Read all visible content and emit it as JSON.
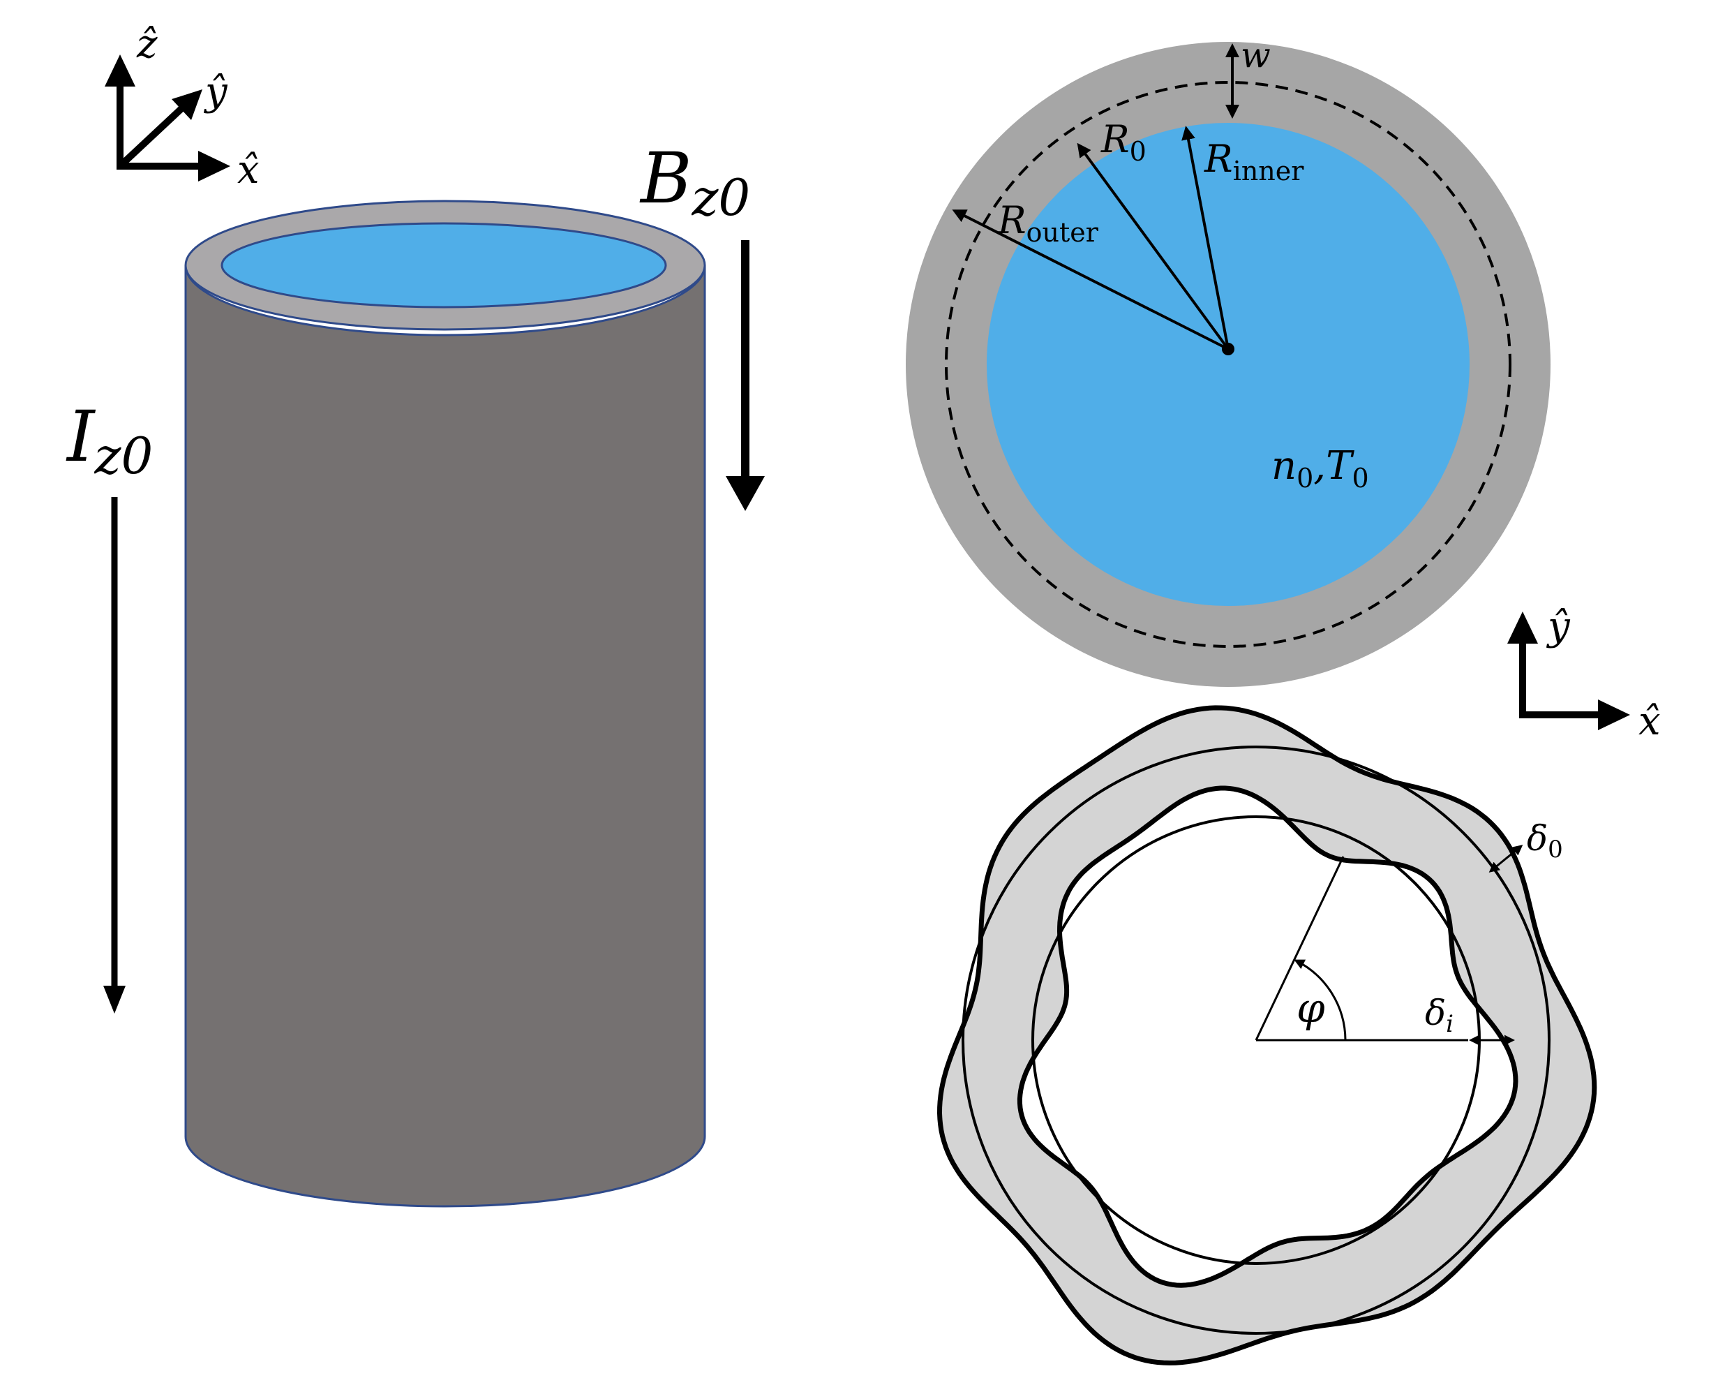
{
  "colors": {
    "plasma": "#50aee8",
    "liner_rim": "#aaa8aa",
    "liner_body": "#757171",
    "annulus": "#a6a6a6",
    "perturbed_fill": "#d4d4d4",
    "ink": "#000000",
    "cylinder_edge": "#2f4a8a"
  },
  "axes_3d": {
    "x": "x̂",
    "y": "ŷ",
    "z": "ẑ"
  },
  "axes_2d": {
    "x": "x̂",
    "y": "ŷ"
  },
  "cylinder": {
    "current": {
      "symbol": "I",
      "subscript": "z0"
    },
    "field": {
      "symbol": "B",
      "subscript": "z0"
    }
  },
  "cross_section": {
    "width": "w",
    "r0": {
      "symbol": "R",
      "subscript": "0"
    },
    "r_inner": {
      "symbol": "R",
      "subscript": "inner"
    },
    "r_outer": {
      "symbol": "R",
      "subscript": "outer"
    },
    "state": {
      "n": "n",
      "n_sub": "0",
      "sep": ",",
      "t": "T",
      "t_sub": "0"
    }
  },
  "perturbation": {
    "outer_label": {
      "symbol": "δ",
      "subscript": "0"
    },
    "inner_label": {
      "symbol": "δ",
      "subscript": "i"
    },
    "angle": "φ"
  }
}
